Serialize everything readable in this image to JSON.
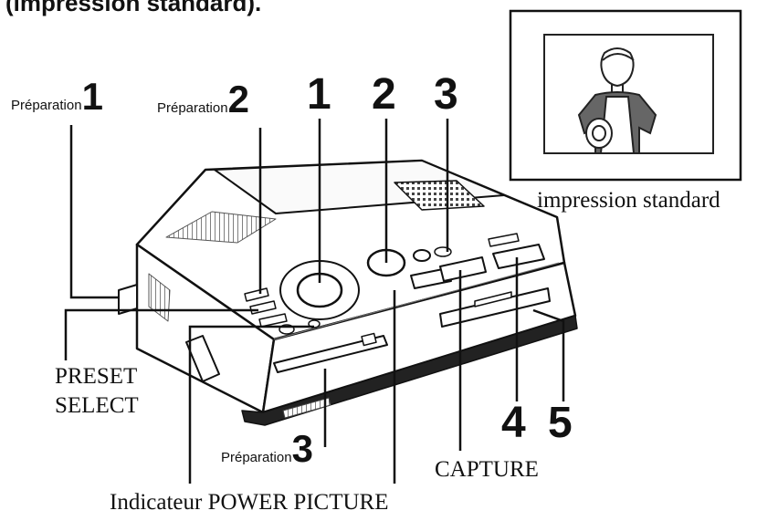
{
  "heading": "(impression standard).",
  "preparation_label": "Préparation",
  "preparation_steps": [
    "1",
    "2",
    "3"
  ],
  "main_steps": [
    "1",
    "2",
    "3",
    "4",
    "5"
  ],
  "callouts": {
    "preset_line1": "PRESET",
    "preset_line2": "SELECT",
    "capture": "CAPTURE",
    "power_picture": "Indicateur POWER PICTURE"
  },
  "inset": {
    "caption": "impression standard"
  }
}
